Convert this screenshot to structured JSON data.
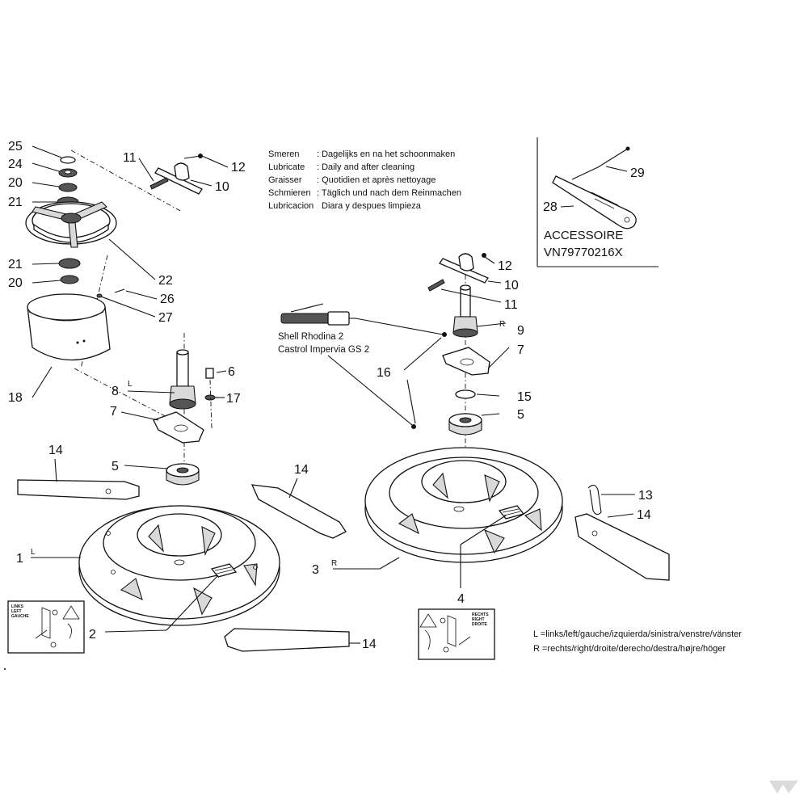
{
  "lubrication": {
    "rows": [
      {
        "label": "Smeren",
        "text": ": Dagelijks en na het schoonmaken"
      },
      {
        "label": "Lubricate",
        "text": ": Daily and after cleaning"
      },
      {
        "label": "Graisser",
        "text": ": Quotidien et après nettoyage"
      },
      {
        "label": "Schmieren",
        "text": ": Täglich und nach dem Reinmachen"
      },
      {
        "label": "Lubricacion",
        "text": "Diara y despues limpieza"
      }
    ],
    "greases": [
      "Shell Rhodina 2",
      "Castrol Impervia GS 2"
    ]
  },
  "accessory": {
    "title": "ACCESSOIRE",
    "code": "VN79770216X"
  },
  "legend": {
    "left": "L =links/left/gauche/izquierda/sinistra/venstre/vänster",
    "right": "R =rechts/right/droite/derecho/destra/højre/höger"
  },
  "decals": {
    "left": [
      "LINKS",
      "LEFT",
      "GAUCHE"
    ],
    "right": [
      "RECHTS",
      "RIGHT",
      "DROITE"
    ]
  },
  "side_marks": {
    "left": "L",
    "right": "R"
  },
  "callouts": {
    "n1": "1",
    "n2": "2",
    "n3": "3",
    "n4": "4",
    "n5": "5",
    "n6": "6",
    "n7": "7",
    "n8": "8",
    "n9": "9",
    "n10": "10",
    "n11": "11",
    "n12": "12",
    "n13": "13",
    "n14": "14",
    "n15": "15",
    "n16": "16",
    "n17": "17",
    "n18": "18",
    "n20": "20",
    "n21": "21",
    "n22": "22",
    "n24": "24",
    "n25": "25",
    "n26": "26",
    "n27": "27",
    "n28": "28",
    "n29": "29"
  }
}
